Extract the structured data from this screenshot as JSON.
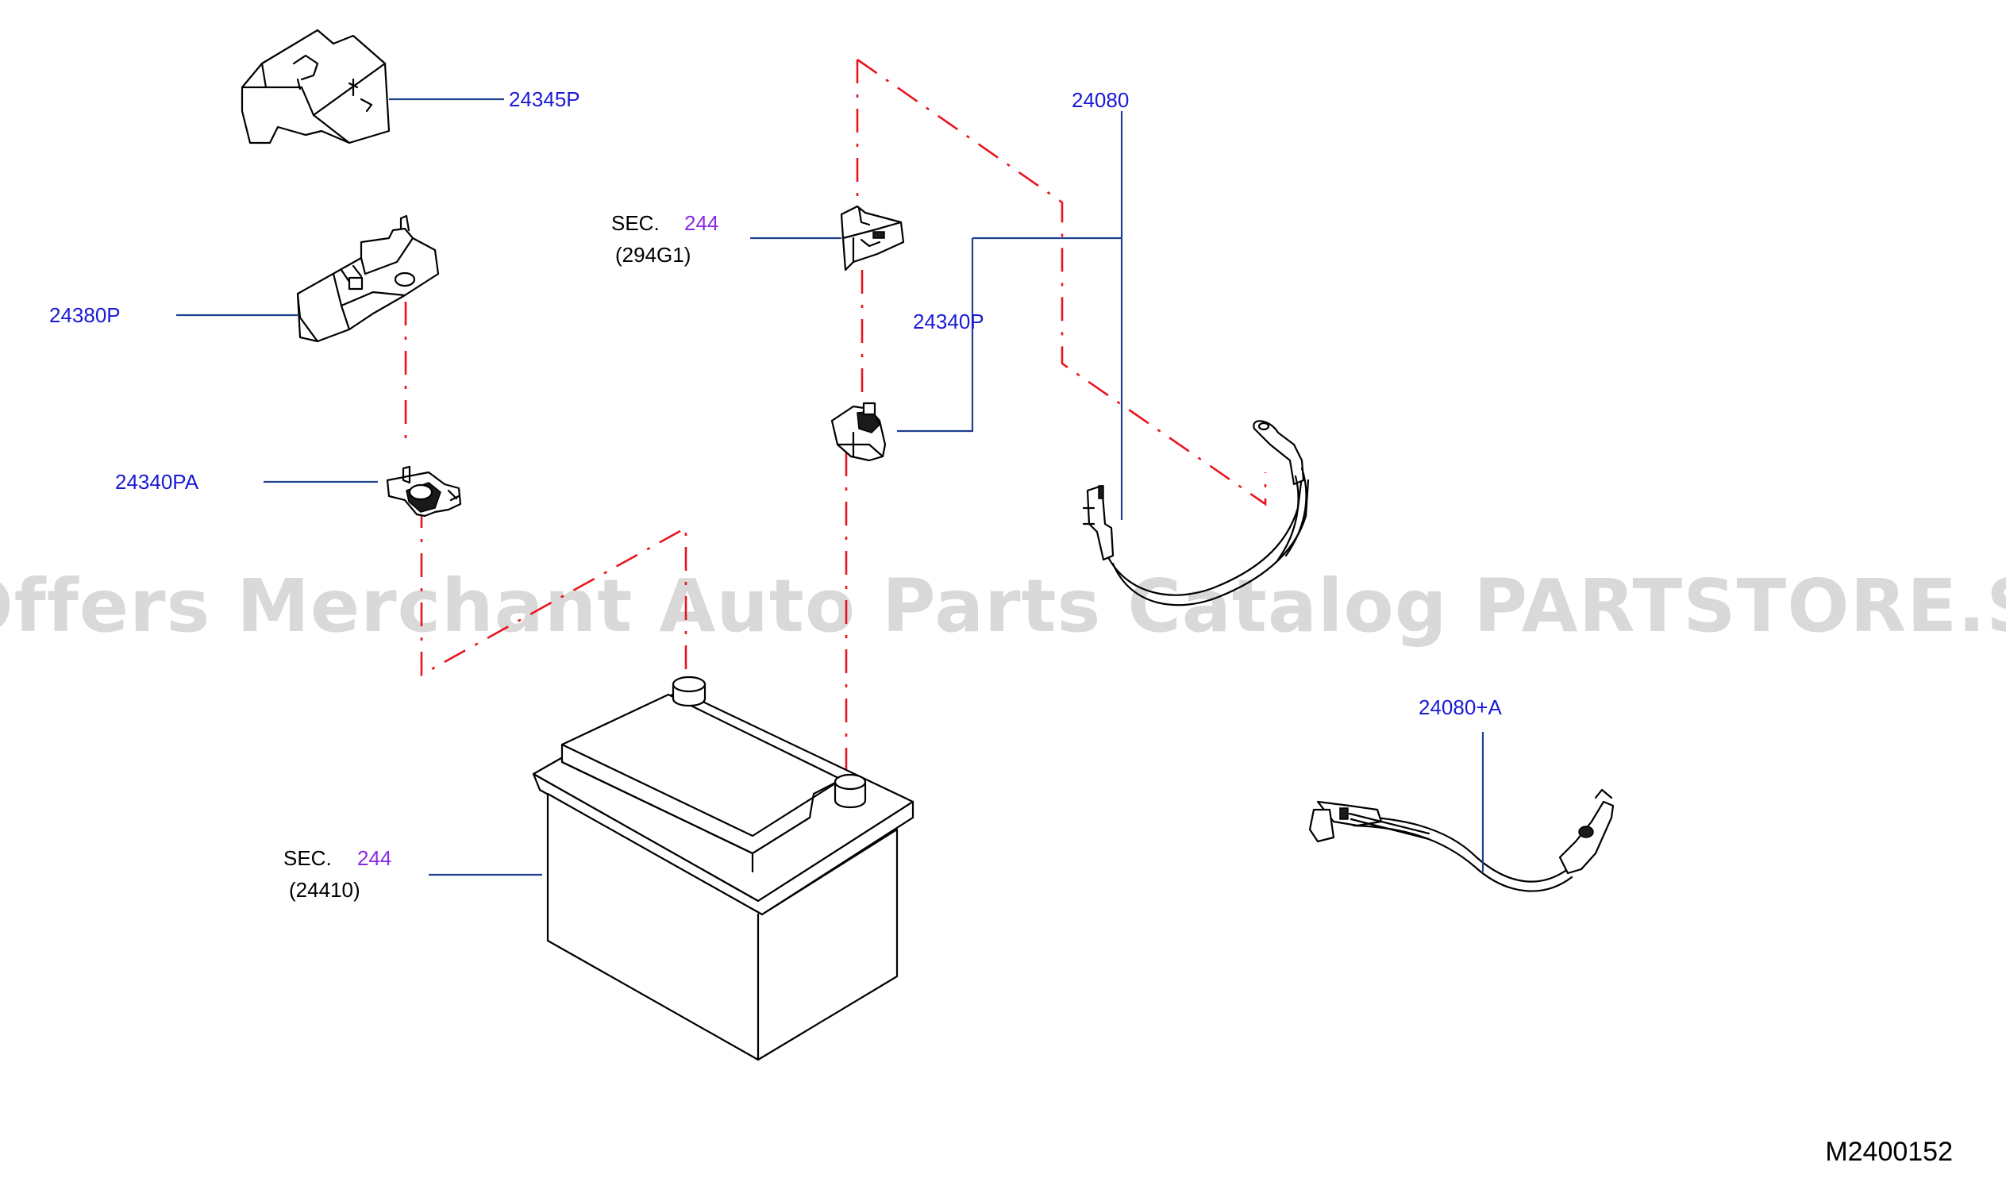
{
  "colors": {
    "callout_blue": "#1a1ad6",
    "sec_purple": "#8a2be2",
    "leader_blue": "#1f3f8f",
    "dash_red": "#e8141e",
    "watermark_gray": "#d9d9d9",
    "ink": "#000000"
  },
  "watermark": "Offers Merchant Auto Parts Catalog PARTSTORE.SA",
  "diagram_id": "M2400152",
  "callouts": {
    "cover": "24345P",
    "terminal_cover": "24380P",
    "neg_terminal": "24340PA",
    "pos_terminal": "24340P",
    "cable": "24080",
    "cable_alt": "24080+A"
  },
  "sec_refs": {
    "sensor": {
      "prefix": "SEC.",
      "number": "244",
      "part": "(294G1)"
    },
    "battery": {
      "prefix": "SEC.",
      "number": "244",
      "part": "(24410)"
    }
  }
}
